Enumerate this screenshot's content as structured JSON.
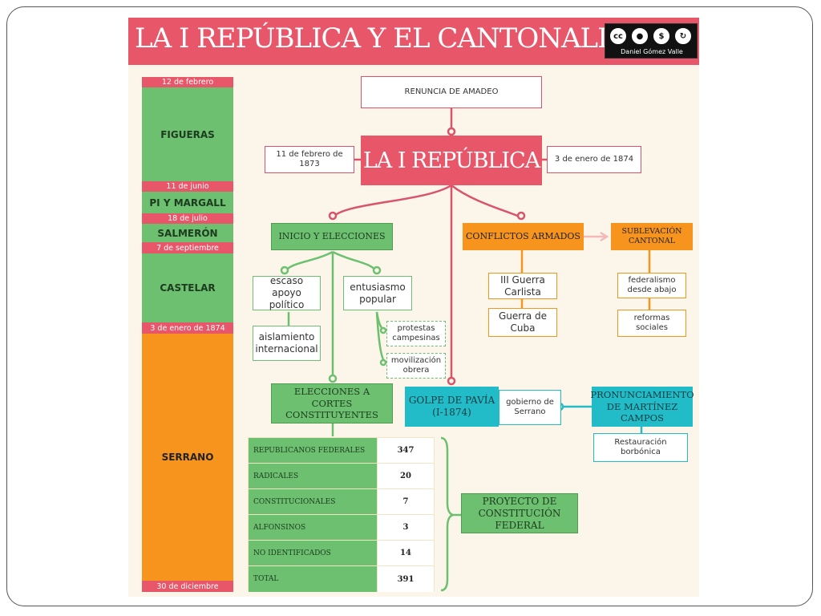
{
  "title": "LA I REPÚBLICA Y EL CANTONALISMO",
  "license": {
    "icons": [
      "cc",
      "by",
      "nc",
      "sa"
    ],
    "author": "Daniel Gómez Valle"
  },
  "timeline": {
    "date_feb12": "12 de febrero",
    "figueras": "FIGUERAS",
    "date_jun11": "11 de junio",
    "pi_margall": "PI Y MARGALL",
    "date_jul18": "18 de julio",
    "salmeron": "SALMERÓN",
    "date_sep7": "7 de septiembre",
    "castelar": "CASTELAR",
    "date_jan3": "3 de enero de 1874",
    "serrano": "SERRANO",
    "date_dec30": "30 de diciembre"
  },
  "top": {
    "renuncia": "RENUNCIA DE AMADEO",
    "republica": "LA I REPÚBLICA",
    "start_date": "11 de febrero de 1873",
    "end_date": "3 de enero de 1874"
  },
  "left_branch": {
    "inicio": "INICIO Y ELECCIONES",
    "escaso": "escaso apoyo político",
    "aislamiento": "aislamiento internacional",
    "entusiasmo": "entusiasmo popular",
    "protestas": "protestas campesinas",
    "movilizacion": "movilización obrera",
    "elecciones": "ELECCIONES A CORTES CONSTITUYENTES"
  },
  "right_branch": {
    "conflictos": "CONFLICTOS ARMADOS",
    "guerra_carlista": "III Guerra Carlista",
    "guerra_cuba": "Guerra de Cuba",
    "sublevacion": "SUBLEVACIÓN CANTONAL",
    "federalismo": "federalismo desde abajo",
    "reformas": "reformas sociales"
  },
  "center_branch": {
    "golpe": "GOLPE DE PAVÍA (I-1874)",
    "gobierno": "gobierno de Serrano",
    "pronunciamiento": "PRONUNCIAMIENTO DE MARTÍNEZ CAMPOS",
    "restauracion": "Restauración borbónica"
  },
  "election_results": [
    {
      "party": "REPUBLICANOS FEDERALES",
      "seats": "347"
    },
    {
      "party": "RADICALES",
      "seats": "20"
    },
    {
      "party": "CONSTITUCIONALES",
      "seats": "7"
    },
    {
      "party": "ALFONSINOS",
      "seats": "3"
    },
    {
      "party": "NO IDENTIFICADOS",
      "seats": "14"
    },
    {
      "party": "TOTAL",
      "seats": "391"
    }
  ],
  "proyecto": "PROYECTO DE CONSTITUCIÓN FEDERAL",
  "colors": {
    "pink": "#e85669",
    "green": "#6cc070",
    "orange": "#f7941d",
    "teal": "#22bcc8",
    "background": "#fbf6e9"
  }
}
